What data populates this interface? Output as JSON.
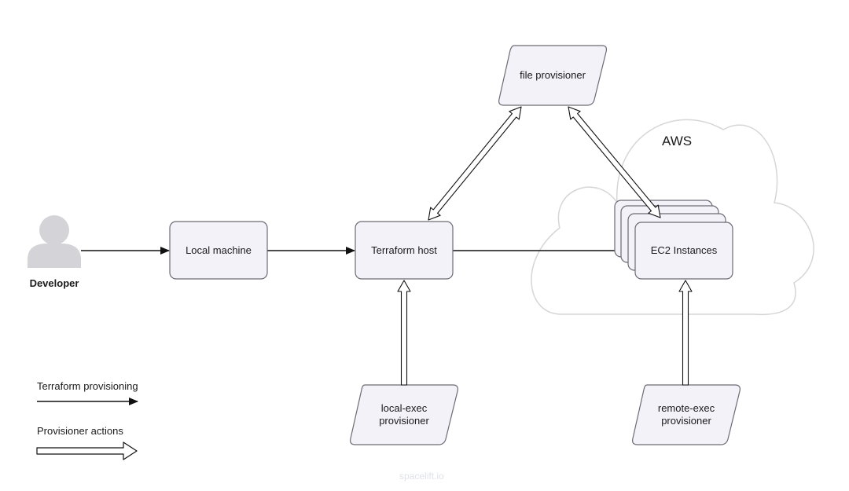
{
  "developer": {
    "label": "Developer"
  },
  "nodes": {
    "local_machine": "Local machine",
    "terraform_host": "Terraform host",
    "ec2_instances": "EC2 Instances",
    "file_provisioner": "file provisioner",
    "local_exec_line1": "local-exec",
    "local_exec_line2": "provisioner",
    "remote_exec_line1": "remote-exec",
    "remote_exec_line2": "provisioner"
  },
  "cloud": {
    "label": "AWS"
  },
  "legend": {
    "terraform_provisioning": "Terraform provisioning",
    "provisioner_actions": "Provisioner actions"
  },
  "watermark": "spacelift.io",
  "colors": {
    "node_fill": "#f3f2f8",
    "node_stroke": "#6b6b74",
    "cloud_stroke": "#d6d6d9",
    "arrow": "#111111",
    "person": "#d4d4d8"
  }
}
